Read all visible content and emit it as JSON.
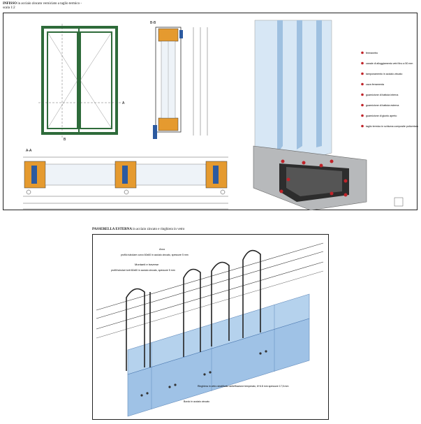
{
  "sheet1": {
    "title_bold": "INFISSO",
    "title_rest": "in acciaio zincato verniciato a taglio termico -",
    "scale": "scala 1:2",
    "section_bb": "B-B",
    "section_aa": "A-A",
    "cut_a": "A",
    "cut_b": "B",
    "legend": [
      "fermavetro",
      "canale di alloggiamento vetri fino a 50 mm",
      "tamponamento in acciaio zincato",
      "cava ferramenta",
      "guarnizione di battuta interna",
      "guarnizione di battuta esterna",
      "guarnizione di giunto aperto",
      "taglio termico in schiuma composite poliuretano poliammide"
    ]
  },
  "sheet2": {
    "title_bold": "PASSERELLA ESTERNA",
    "title_rest": "in acciaio zincato e ringhiera in vetro",
    "label_profile_top": "Arco",
    "label_profile_top2": "profilo tubolare curvo 60x60 in acciaio zincato, spessore 5 mm",
    "label_montante": "Montanti e traverse",
    "label_montante2": "profili tubolari torti 60x60 in acciaio zincato, spessore 5 mm",
    "label_ringhiera": "Ringhiera in vetro stratificato antieffrazione temperato, 6+6.8 mm spessore 17,5 mm",
    "label_bordo": "Bordo in acciaio zincato"
  },
  "colors": {
    "frame_green": "#2e6b3a",
    "glass_blue": "#a9cbea",
    "wood_orange": "#e59a2f",
    "gasket_red": "#c0242a"
  }
}
